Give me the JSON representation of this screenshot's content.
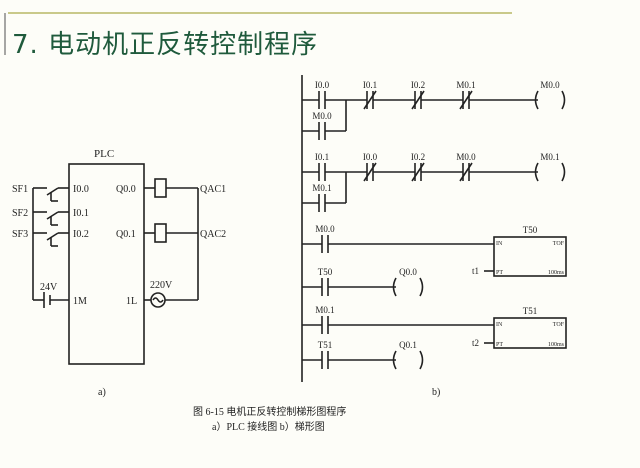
{
  "title": "7. 电动机正反转控制程序",
  "wiring": {
    "plc": "PLC",
    "inputs": [
      "I0.0",
      "I0.1",
      "I0.2"
    ],
    "switches": [
      "SF1",
      "SF2",
      "SF3"
    ],
    "outputs": [
      "Q0.0",
      "Q0.1"
    ],
    "coils": [
      "QAC1",
      "QAC2"
    ],
    "dc": "24V",
    "com_in": "1M",
    "ac": "220V",
    "com_out": "1L",
    "label": "a)"
  },
  "ladder": {
    "rungs": [
      {
        "contacts": [
          "I0.0",
          "I0.1",
          "I0.2",
          "M0.1"
        ],
        "branch": "M0.0",
        "coil": "M0.0"
      },
      {
        "contacts": [
          "I0.1",
          "I0.0",
          "I0.2",
          "M0.0"
        ],
        "branch": "M0.1",
        "coil": "M0.1"
      }
    ],
    "timers": [
      {
        "enable": "M0.0",
        "name": "T50",
        "in": "IN",
        "type": "TOF",
        "pt": "PT",
        "res": "100ms",
        "preset": "t1",
        "out_contact": "T50",
        "out_coil": "Q0.0"
      },
      {
        "enable": "M0.1",
        "name": "T51",
        "in": "IN",
        "type": "TOF",
        "pt": "PT",
        "res": "100ms",
        "preset": "t2",
        "out_contact": "T51",
        "out_coil": "Q0.1"
      }
    ],
    "label": "b)"
  },
  "caption": {
    "line1": "图 6-15   电机正反转控制梯形图程序",
    "line2": "a）PLC 接线图   b）梯形图"
  }
}
